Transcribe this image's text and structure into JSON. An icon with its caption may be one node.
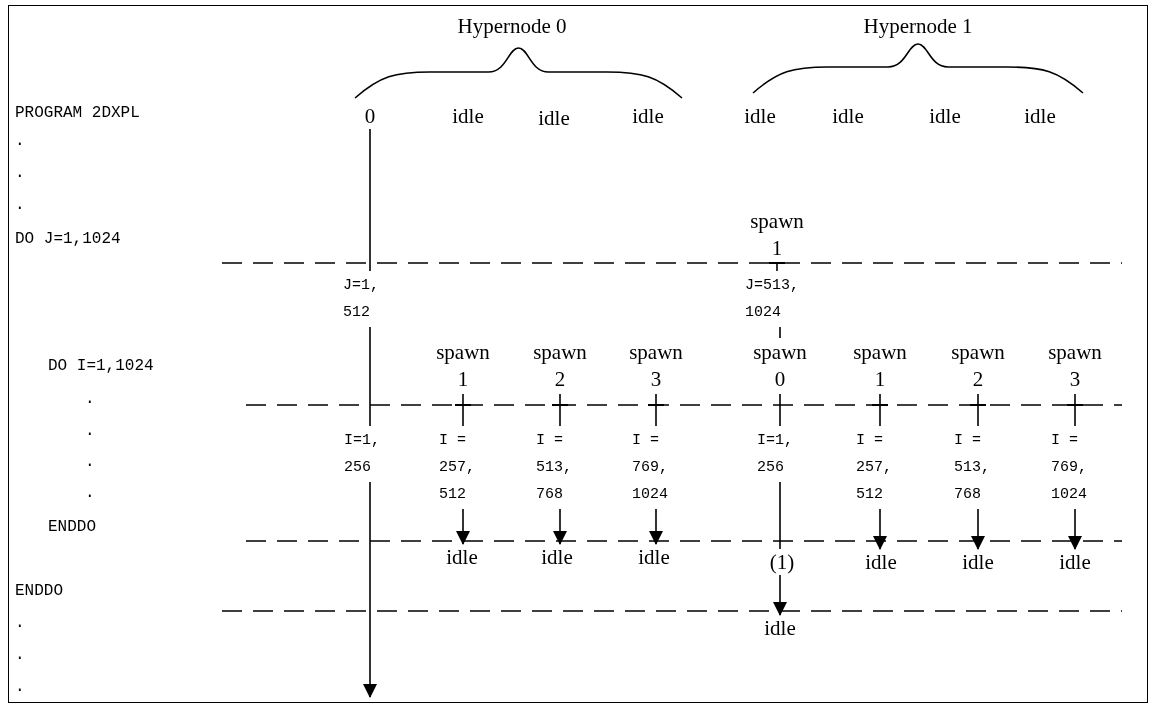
{
  "diagram": {
    "nodes": [
      {
        "text": [
          "0"
        ]
      },
      {
        "text": [
          "spawn 1"
        ]
      },
      {
        "text": [
          "J=1, 512"
        ]
      },
      {
        "text": [
          "J=513, 1024"
        ]
      },
      {
        "text": [
          "spawn 1"
        ]
      },
      {
        "text": [
          "spawn 2"
        ]
      },
      {
        "text": [
          "spawn 3"
        ]
      },
      {
        "text": [
          "spawn 0"
        ]
      },
      {
        "text": [
          "spawn 1"
        ]
      },
      {
        "text": [
          "spawn 2"
        ]
      },
      {
        "text": [
          "spawn 3"
        ]
      },
      {
        "text": [
          "I=1, 256"
        ]
      },
      {
        "text": [
          "I = 257, 512"
        ]
      },
      {
        "text": [
          "I = 513, 768"
        ]
      },
      {
        "text": [
          "I = 769, 1024"
        ]
      },
      {
        "text": [
          "I=1, 256"
        ]
      },
      {
        "text": [
          "I = 257, 512"
        ]
      },
      {
        "text": [
          "I = 513, 768"
        ]
      },
      {
        "text": [
          "I = 769, 1024"
        ]
      },
      {
        "text": [
          "idle"
        ]
      },
      {
        "text": [
          "idle"
        ]
      },
      {
        "text": [
          "idle"
        ]
      },
      {
        "text": [
          "(1)"
        ]
      },
      {
        "text": [
          "idle"
        ]
      },
      {
        "text": [
          "idle"
        ]
      },
      {
        "text": [
          "idle"
        ]
      },
      {
        "text": [
          "idle"
        ]
      }
    ],
    "edges": [
      {
        "from": 0,
        "to": 2,
        "arrow": "none"
      },
      {
        "from": 2,
        "to": 11,
        "arrow": "none"
      },
      {
        "from": 11,
        "to": null,
        "arrow": "to"
      },
      {
        "from": 1,
        "to": 3,
        "arrow": "none"
      },
      {
        "from": 3,
        "to": 7,
        "arrow": "none"
      },
      {
        "from": 7,
        "to": 15,
        "arrow": "none"
      },
      {
        "from": 15,
        "to": 22,
        "arrow": "none"
      },
      {
        "from": 22,
        "to": 26,
        "arrow": "to"
      },
      {
        "from": 4,
        "to": 12,
        "arrow": "none"
      },
      {
        "from": 5,
        "to": 13,
        "arrow": "none"
      },
      {
        "from": 6,
        "to": 14,
        "arrow": "none"
      },
      {
        "from": 8,
        "to": 16,
        "arrow": "none"
      },
      {
        "from": 9,
        "to": 17,
        "arrow": "none"
      },
      {
        "from": 10,
        "to": 18,
        "arrow": "none"
      },
      {
        "from": 12,
        "to": 19,
        "arrow": "to"
      },
      {
        "from": 13,
        "to": 20,
        "arrow": "to"
      },
      {
        "from": 14,
        "to": 21,
        "arrow": "to"
      },
      {
        "from": 16,
        "to": 23,
        "arrow": "to"
      },
      {
        "from": 17,
        "to": 24,
        "arrow": "to"
      },
      {
        "from": 18,
        "to": 25,
        "arrow": "to"
      }
    ],
    "labels": [
      "Hypernode 0",
      "Hypernode 1",
      "PROGRAM 2DXPL",
      "idle",
      "idle",
      "idle",
      "idle",
      "idle",
      "idle",
      "idle",
      ".",
      ".",
      ".",
      "DO J=1,1024",
      "DO I=1,1024",
      ".",
      ".",
      ".",
      ".",
      "ENDDO",
      "ENDDO",
      ".",
      ".",
      "."
    ]
  }
}
